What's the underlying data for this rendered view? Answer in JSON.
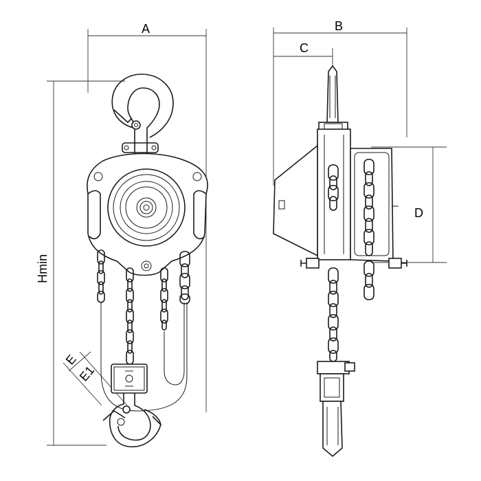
{
  "labels": {
    "A": "A",
    "B": "B",
    "C": "C",
    "D": "D",
    "E": "E",
    "E1": "E1",
    "Hmin": "Hmin"
  },
  "colors": {
    "stroke": "#1a1a1a",
    "background": "#ffffff"
  }
}
